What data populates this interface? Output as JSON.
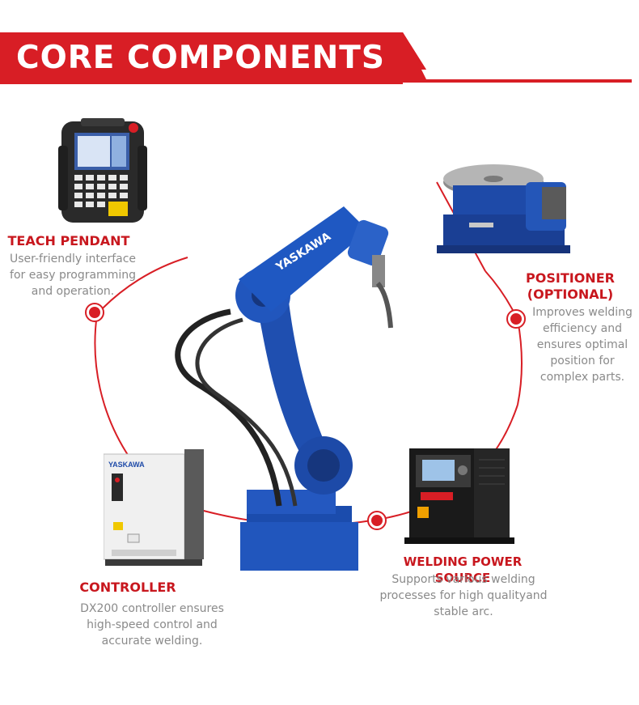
{
  "header": {
    "title": "CORE COMPONENTS"
  },
  "colors": {
    "accent": "#d81e25",
    "text_gray": "#8a8a8a",
    "robot_blue": "#1f4fb0"
  },
  "components": {
    "teach_pendant": {
      "title": "TEACH PENDANT",
      "desc": [
        "User-friendly interface",
        "for easy programming",
        "and operation."
      ],
      "icon": "teach-pendant"
    },
    "positioner": {
      "title": [
        "POSITIONER",
        "(OPTIONAL)"
      ],
      "desc": [
        "Improves welding",
        "efficiency and",
        "ensures optimal",
        "position for",
        "complex parts."
      ],
      "icon": "positioner"
    },
    "controller": {
      "title": "CONTROLLER",
      "desc": [
        "DX200 controller ensures",
        "high-speed control and",
        "accurate welding."
      ],
      "brand": "YASKAWA",
      "icon": "controller-cabinet"
    },
    "power_source": {
      "title": "WELDING POWER SOURCE",
      "desc": [
        "Supports various welding",
        "processes for high qualityand",
        "stable arc."
      ],
      "icon": "welding-power-source"
    }
  },
  "robot": {
    "brand": "YASKAWA",
    "icon": "welding-robot-arm"
  }
}
